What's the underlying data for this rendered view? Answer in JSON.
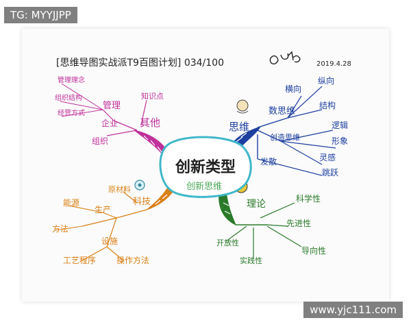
{
  "watermark_top": "TG: MYYJJPP",
  "watermark_bottom": "www.yjc111.com",
  "header": {
    "title": "[思维导图实战派T9百图计划] 034/100",
    "date": "2019.4.28"
  },
  "center": {
    "title": "创新类型",
    "subtitle": "创新思维"
  },
  "branches": {
    "thinking": {
      "label": "思维",
      "nodes": [
        "数思维",
        "创造思维",
        "发散",
        "横向",
        "纵向",
        "结构",
        "逻辑",
        "形象",
        "灵感",
        "跳跃"
      ]
    },
    "other": {
      "label": "其他",
      "nodes": [
        "知识点",
        "管理",
        "企业",
        "组织",
        "管理理念",
        "组织结构",
        "经营方式"
      ]
    },
    "tech": {
      "label": "科技",
      "nodes": [
        "原材料",
        "生产",
        "能源",
        "方法",
        "工艺程序",
        "操作方法",
        "设施"
      ]
    },
    "theory": {
      "label": "理论",
      "nodes": [
        "科学性",
        "先进性",
        "开放性",
        "实践性",
        "导向性"
      ]
    }
  },
  "colors": {
    "thinking": "#1d3fa0",
    "other": "#c0309a",
    "tech": "#d98016",
    "theory": "#2a7a2a",
    "center_border": "#3fb7c9",
    "ink": "#222222"
  }
}
